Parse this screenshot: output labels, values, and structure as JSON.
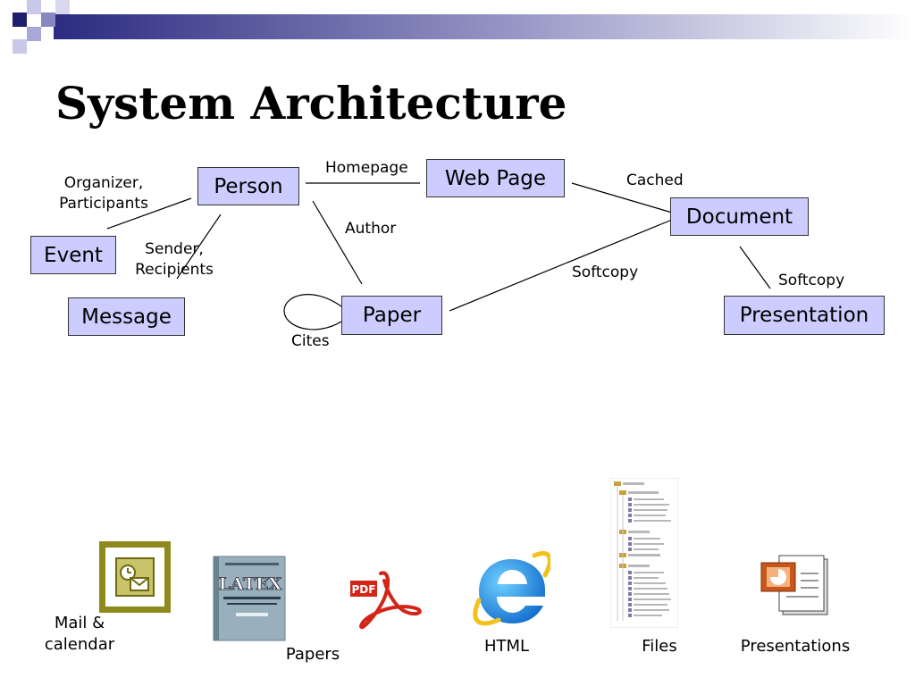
{
  "slide": {
    "title": "System Architecture"
  },
  "diagram": {
    "nodes": {
      "person": "Person",
      "web_page": "Web Page",
      "document": "Document",
      "event": "Event",
      "message": "Message",
      "paper": "Paper",
      "presentation": "Presentation"
    },
    "edges": {
      "homepage": "Homepage",
      "cached": "Cached",
      "organizer_line1": "Organizer,",
      "organizer_line2": "Participants",
      "author": "Author",
      "sender_line1": "Sender,",
      "sender_line2": "Recipients",
      "softcopy_paper": "Softcopy",
      "softcopy_presentation": "Softcopy",
      "cites": "Cites"
    }
  },
  "sources": {
    "mail_line1": "Mail &",
    "mail_line2": "calendar",
    "papers": "Papers",
    "html": "HTML",
    "files": "Files",
    "presentations": "Presentations"
  },
  "icons": {
    "mail": "mail-calendar-icon",
    "latex": "latex-book-icon",
    "pdf": "pdf-icon",
    "html": "internet-explorer-icon",
    "files": "file-tree-icon",
    "presentation": "powerpoint-icon"
  },
  "colors": {
    "node_fill": "#ccccff",
    "header_navy": "#1f1f6e"
  }
}
